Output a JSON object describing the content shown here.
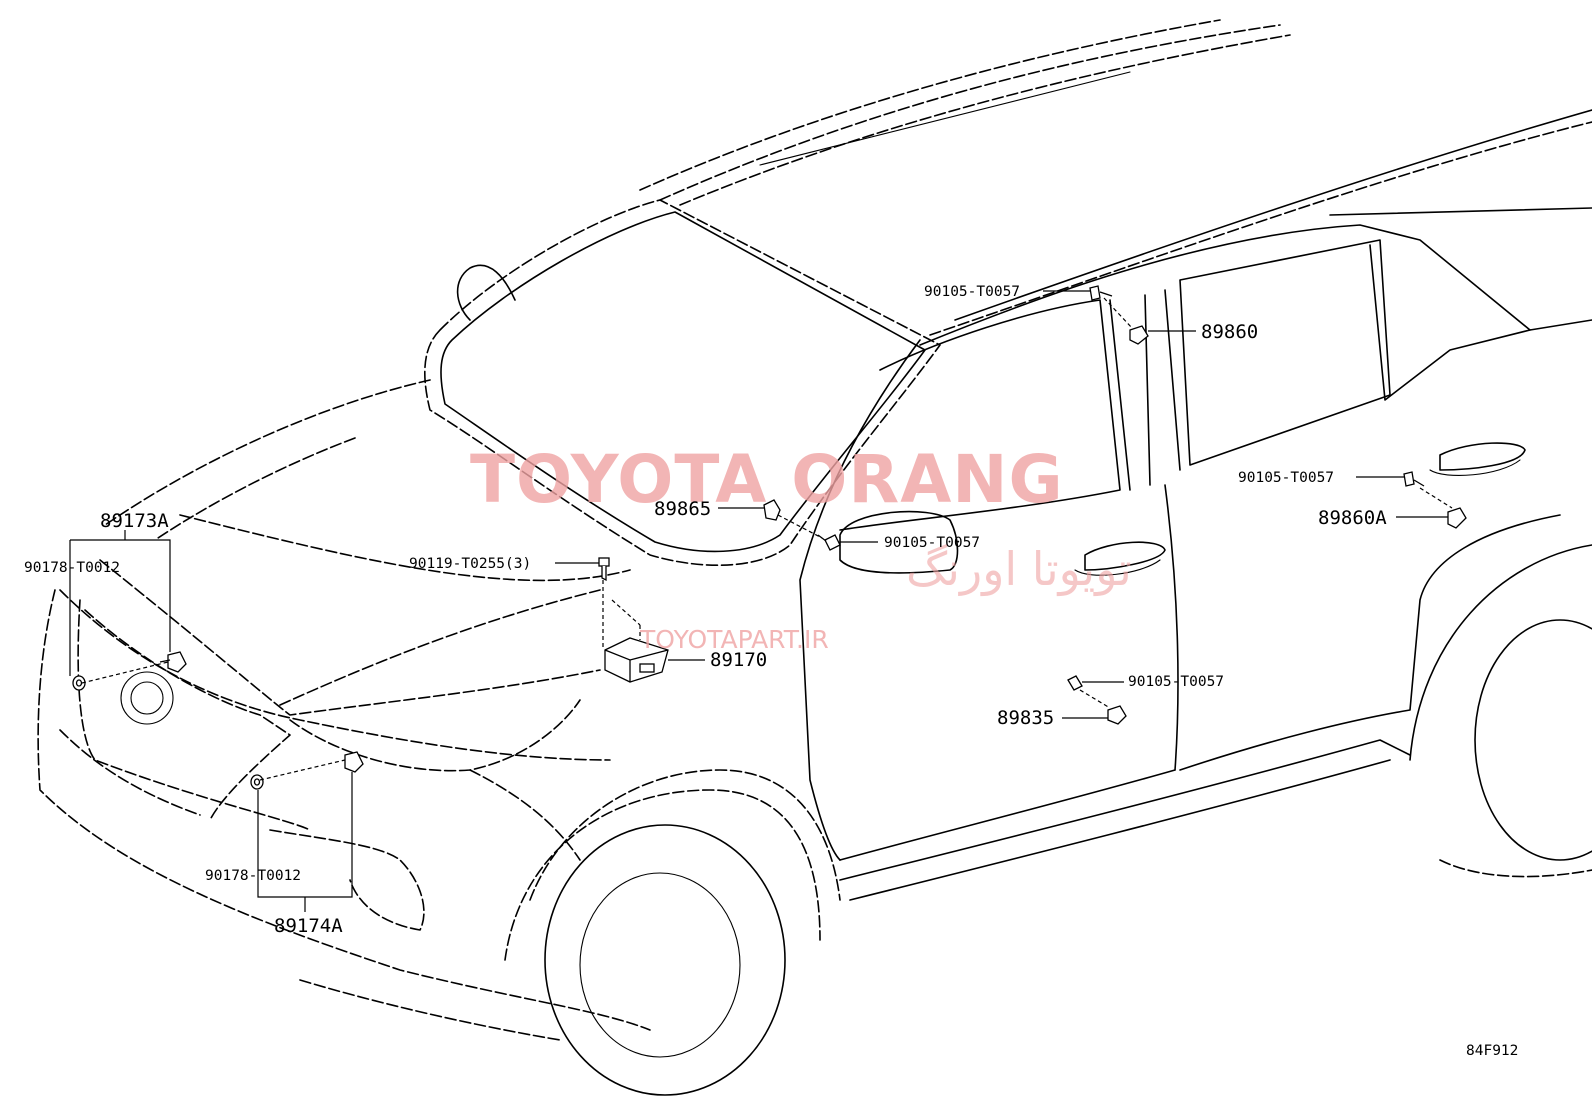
{
  "diagram_code": "84F912",
  "watermark": {
    "title": "TOYOTA ORANG",
    "persian": "تویوتا اورنگ",
    "url": "TOYOTAPART.IR"
  },
  "callouts": {
    "c89173A": "89173A",
    "c90178_top": "90178-T0012",
    "c90119": "90119-T0255(3)",
    "c89865": "89865",
    "c89170": "89170",
    "c90105_a": "90105-T0057",
    "c89860": "89860",
    "c90105_b": "90105-T0057",
    "c89860A": "89860A",
    "c90105_c": "90105-T0057",
    "c90105_d": "90105-T0057",
    "c89835": "89835",
    "c90178_bottom": "90178-T0012",
    "c89174A": "89174A"
  }
}
